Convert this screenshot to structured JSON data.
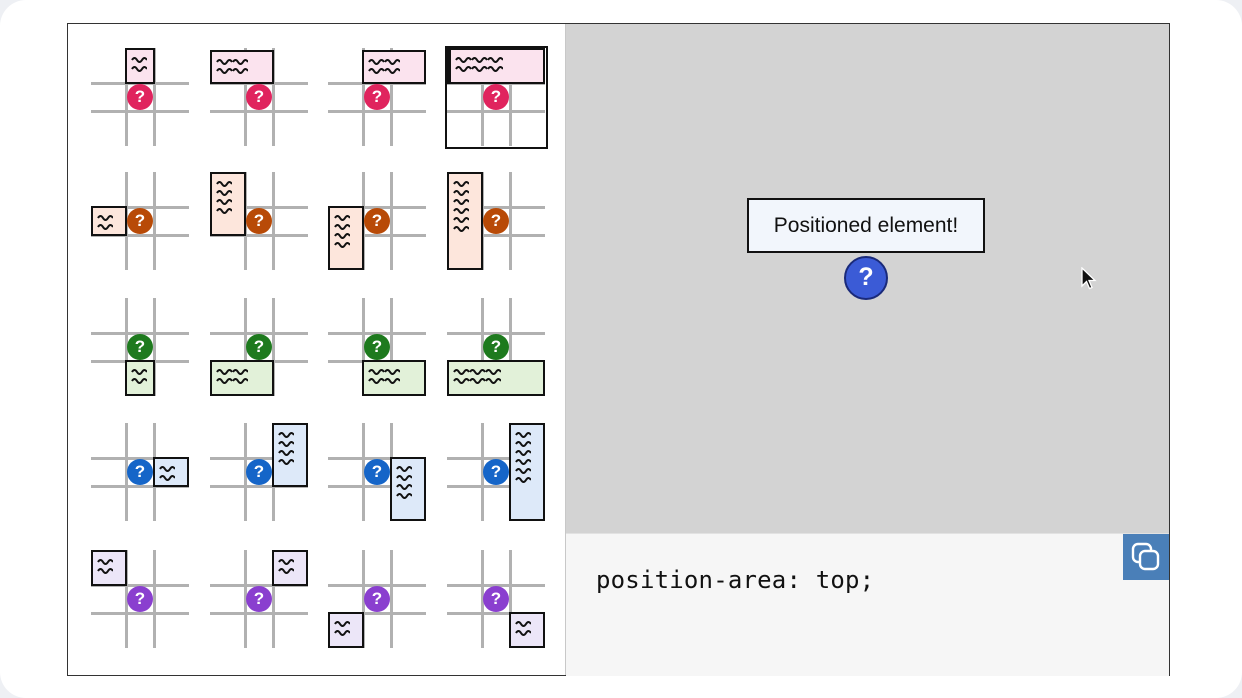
{
  "demo": {
    "tooltip_text": "Positioned element!",
    "anchor_glyph": "?",
    "code_text": "position-area: top;",
    "copy_button_icon": "copy-icon",
    "cursor_icon": "mouse-pointer-icon"
  },
  "colors": {
    "row1_anchor": "#e0245e",
    "row1_box_fill": "#fbe3ee",
    "row2_anchor": "#b84a07",
    "row2_box_fill": "#fde6dc",
    "row3_anchor": "#1e7a1e",
    "row3_box_fill": "#e2f1d9",
    "row4_anchor": "#1565c8",
    "row4_box_fill": "#dde9f9",
    "row5_anchor": "#8a3fcf",
    "row5_box_fill": "#ece6f8",
    "stage_anchor": "#3b5bd6",
    "copy_button": "#4a7fb8"
  },
  "diagrams": [
    {
      "row": 1,
      "name": "top-center",
      "glyph": "?",
      "squiggle_lines": 2,
      "squiggle_cols": 1
    },
    {
      "row": 1,
      "name": "top-center-span-left",
      "glyph": "?",
      "squiggle_lines": 2,
      "squiggle_cols": 2
    },
    {
      "row": 1,
      "name": "top-center-span-right",
      "glyph": "?",
      "squiggle_lines": 2,
      "squiggle_cols": 2
    },
    {
      "row": 1,
      "name": "top-span-all",
      "glyph": "?",
      "squiggle_lines": 2,
      "squiggle_cols": 3
    },
    {
      "row": 2,
      "name": "left-center",
      "glyph": "?",
      "squiggle_lines": 2,
      "squiggle_cols": 1
    },
    {
      "row": 2,
      "name": "left-span-top",
      "glyph": "?",
      "squiggle_lines": 4,
      "squiggle_cols": 1
    },
    {
      "row": 2,
      "name": "left-span-bottom",
      "glyph": "?",
      "squiggle_lines": 4,
      "squiggle_cols": 1
    },
    {
      "row": 2,
      "name": "left-span-all",
      "glyph": "?",
      "squiggle_lines": 6,
      "squiggle_cols": 1
    },
    {
      "row": 3,
      "name": "bottom-center",
      "glyph": "?",
      "squiggle_lines": 2,
      "squiggle_cols": 1
    },
    {
      "row": 3,
      "name": "bottom-span-left",
      "glyph": "?",
      "squiggle_lines": 2,
      "squiggle_cols": 2
    },
    {
      "row": 3,
      "name": "bottom-span-right",
      "glyph": "?",
      "squiggle_lines": 2,
      "squiggle_cols": 2
    },
    {
      "row": 3,
      "name": "bottom-span-all",
      "glyph": "?",
      "squiggle_lines": 2,
      "squiggle_cols": 3
    },
    {
      "row": 4,
      "name": "right-center",
      "glyph": "?",
      "squiggle_lines": 2,
      "squiggle_cols": 1
    },
    {
      "row": 4,
      "name": "right-span-top",
      "glyph": "?",
      "squiggle_lines": 4,
      "squiggle_cols": 1
    },
    {
      "row": 4,
      "name": "right-span-bottom",
      "glyph": "?",
      "squiggle_lines": 4,
      "squiggle_cols": 1
    },
    {
      "row": 4,
      "name": "right-span-all",
      "glyph": "?",
      "squiggle_lines": 6,
      "squiggle_cols": 1
    },
    {
      "row": 5,
      "name": "top-left",
      "glyph": "?",
      "squiggle_lines": 2,
      "squiggle_cols": 1
    },
    {
      "row": 5,
      "name": "top-right",
      "glyph": "?",
      "squiggle_lines": 2,
      "squiggle_cols": 1
    },
    {
      "row": 5,
      "name": "bottom-left",
      "glyph": "?",
      "squiggle_lines": 2,
      "squiggle_cols": 1
    },
    {
      "row": 5,
      "name": "bottom-right",
      "glyph": "?",
      "squiggle_lines": 2,
      "squiggle_cols": 1
    }
  ]
}
